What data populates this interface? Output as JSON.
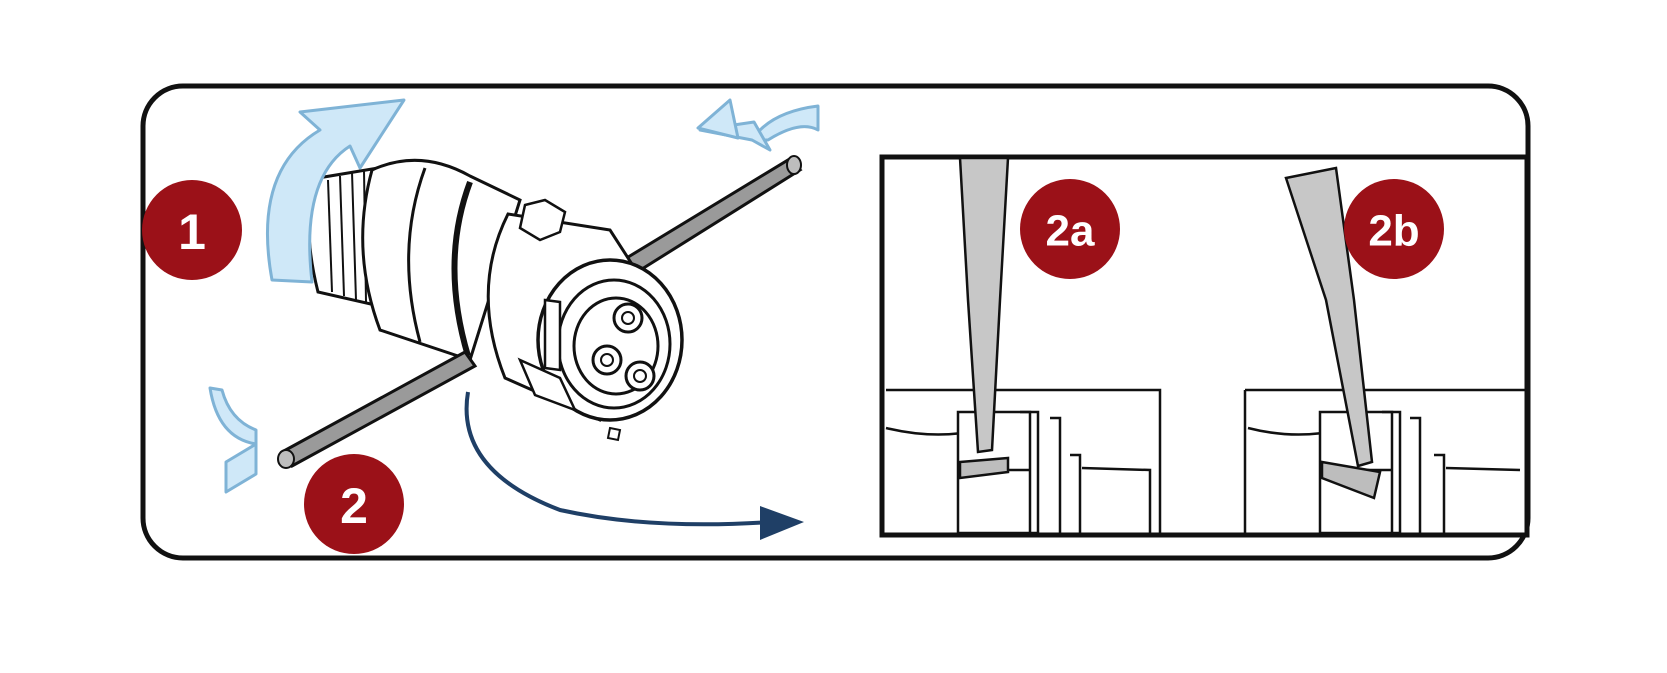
{
  "diagram": {
    "steps": [
      {
        "id": "1",
        "label": "1"
      },
      {
        "id": "2",
        "label": "2"
      },
      {
        "id": "2a",
        "label": "2a"
      },
      {
        "id": "2b",
        "label": "2b"
      }
    ],
    "colors": {
      "badge": "#9b1118",
      "badge_text": "#ffffff",
      "rotate_arrow": "#cfe8f8",
      "rotate_arrow_stroke": "#7fb3d6",
      "flow_arrow": "#1f3f66",
      "outline": "#111111",
      "tool_fill": "#c7c7c7",
      "rod_fill": "#9a9a9a"
    },
    "icons": {
      "rotate_large": "rotate-arrow-icon",
      "rotate_small": "rotate-arrow-icon",
      "flow": "curved-arrow-icon",
      "connector": "connector-illustration",
      "tool": "screwdriver-icon"
    }
  }
}
